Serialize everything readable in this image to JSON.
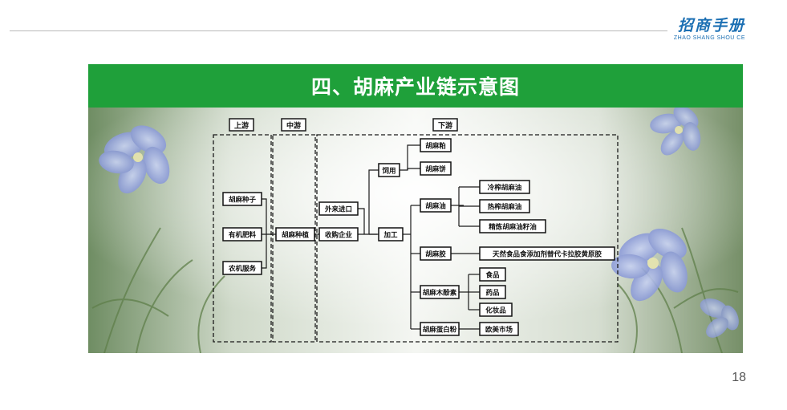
{
  "header": {
    "brand_cn": "招商手册",
    "brand_en": "ZHAO SHANG SHOU CE",
    "accent_color": "#1b6fb3"
  },
  "title": "四、胡麻产业链示意图",
  "title_bar_color": "#1fa03a",
  "page_number": "18",
  "diagram": {
    "sections": {
      "upstream": "上游",
      "midstream": "中游",
      "downstream": "下游"
    },
    "nodes": {
      "seed": "胡麻种子",
      "fertilizer": "有机肥料",
      "machinery": "农机服务",
      "planting": "胡麻种植",
      "import": "外来进口",
      "purchase": "收购企业",
      "feed": "饲用",
      "processing": "加工",
      "meal": "胡麻粕",
      "cake": "胡麻饼",
      "oil": "胡麻油",
      "cold_oil": "冷榨胡麻油",
      "hot_oil": "热榨胡麻油",
      "refined_oil": "精炼胡麻油籽油",
      "gum": "胡麻胶",
      "gum_use": "天然食品食添加剂替代卡拉胶黄原胶",
      "lignan": "胡麻木酚素",
      "food": "食品",
      "medicine": "药品",
      "cosmetics": "化妆品",
      "protein": "胡麻蛋白粉",
      "euro_market": "欧美市场"
    }
  }
}
